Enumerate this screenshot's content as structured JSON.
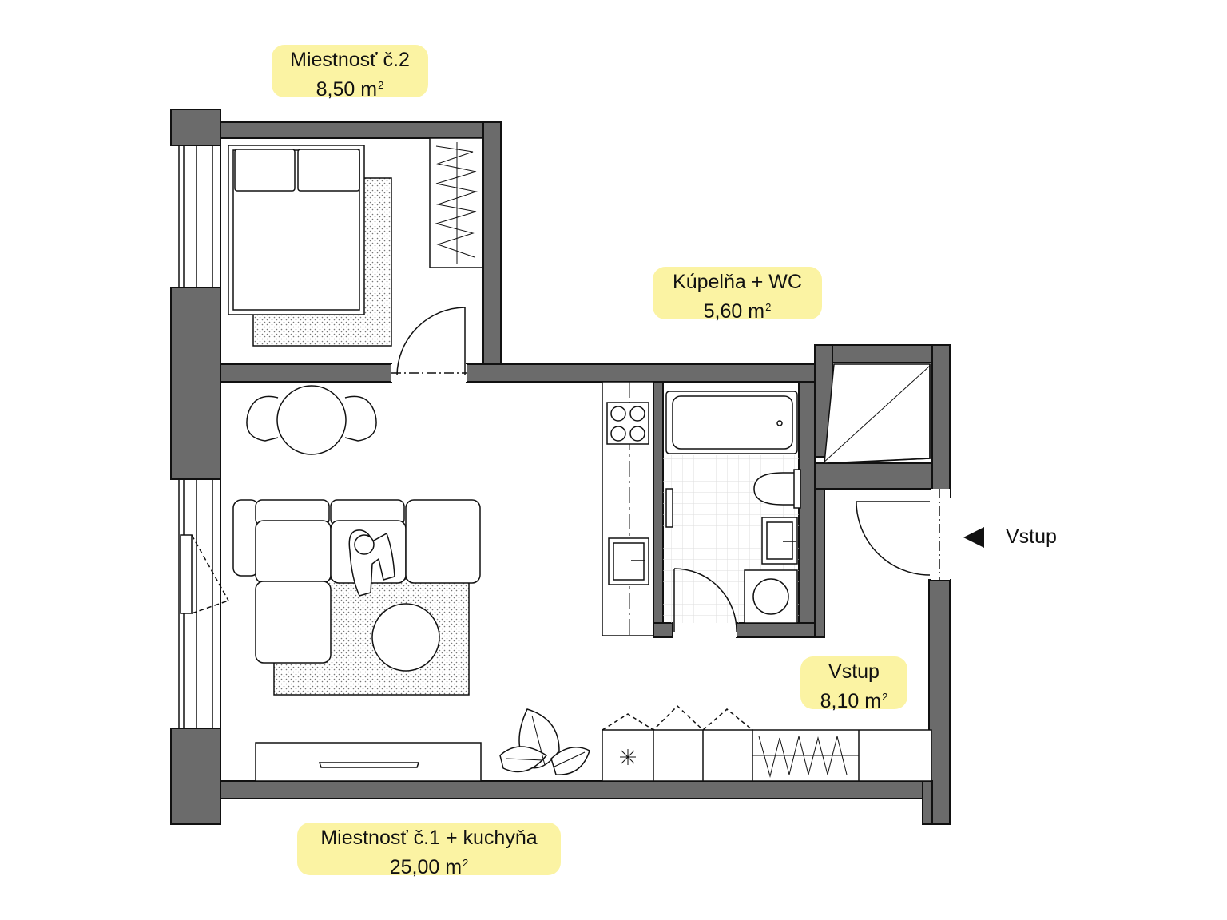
{
  "rooms": {
    "room2": {
      "name": "Miestnosť č.2",
      "area": "8,50 m",
      "sup": "2"
    },
    "bathroom": {
      "name": "Kúpelňa + WC",
      "area": "5,60 m",
      "sup": "2"
    },
    "entrance": {
      "name": "Vstup",
      "area": "8,10 m",
      "sup": "2"
    },
    "room1": {
      "name": "Miestnosť č.1 + kuchyňa",
      "area": "25,00 m",
      "sup": "2"
    }
  },
  "entry_marker": {
    "label": "Vstup",
    "icon": "triangle-left-arrow-icon"
  },
  "colors": {
    "wall": "#6b6b6b",
    "label_bg": "#fbf3a3",
    "line": "#222222"
  }
}
